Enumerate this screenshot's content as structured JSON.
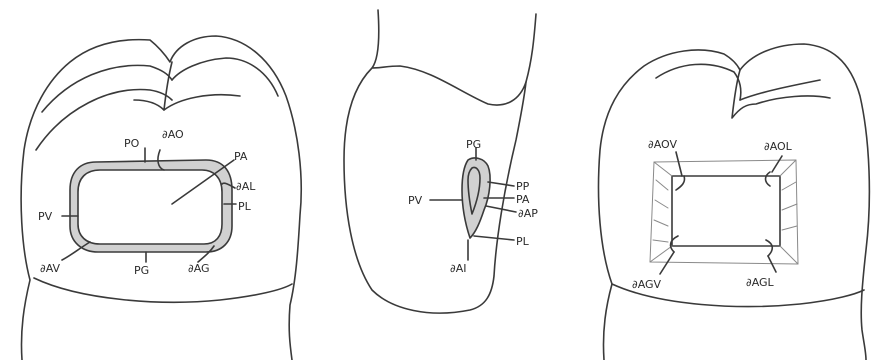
{
  "drawings": [
    {
      "labels": {
        "po": "PO",
        "aao": "∂AO",
        "pa": "PA",
        "aal": "∂AL",
        "pl": "PL",
        "pv": "PV",
        "aav": "∂AV",
        "pg": "PG",
        "aag": "∂AG"
      }
    },
    {
      "labels": {
        "pg": "PG",
        "pv": "PV",
        "pp": "PP",
        "pa": "PA",
        "aap": "∂AP",
        "pl": "PL",
        "aai": "∂AI"
      }
    },
    {
      "labels": {
        "aaov": "∂AOV",
        "aaol": "∂AOL",
        "aagv": "∂AGV",
        "aagl": "∂AGL"
      }
    }
  ],
  "style": {
    "ink": "#3a3a3a",
    "shade": "#c9c9c9",
    "background": "#ffffff"
  }
}
